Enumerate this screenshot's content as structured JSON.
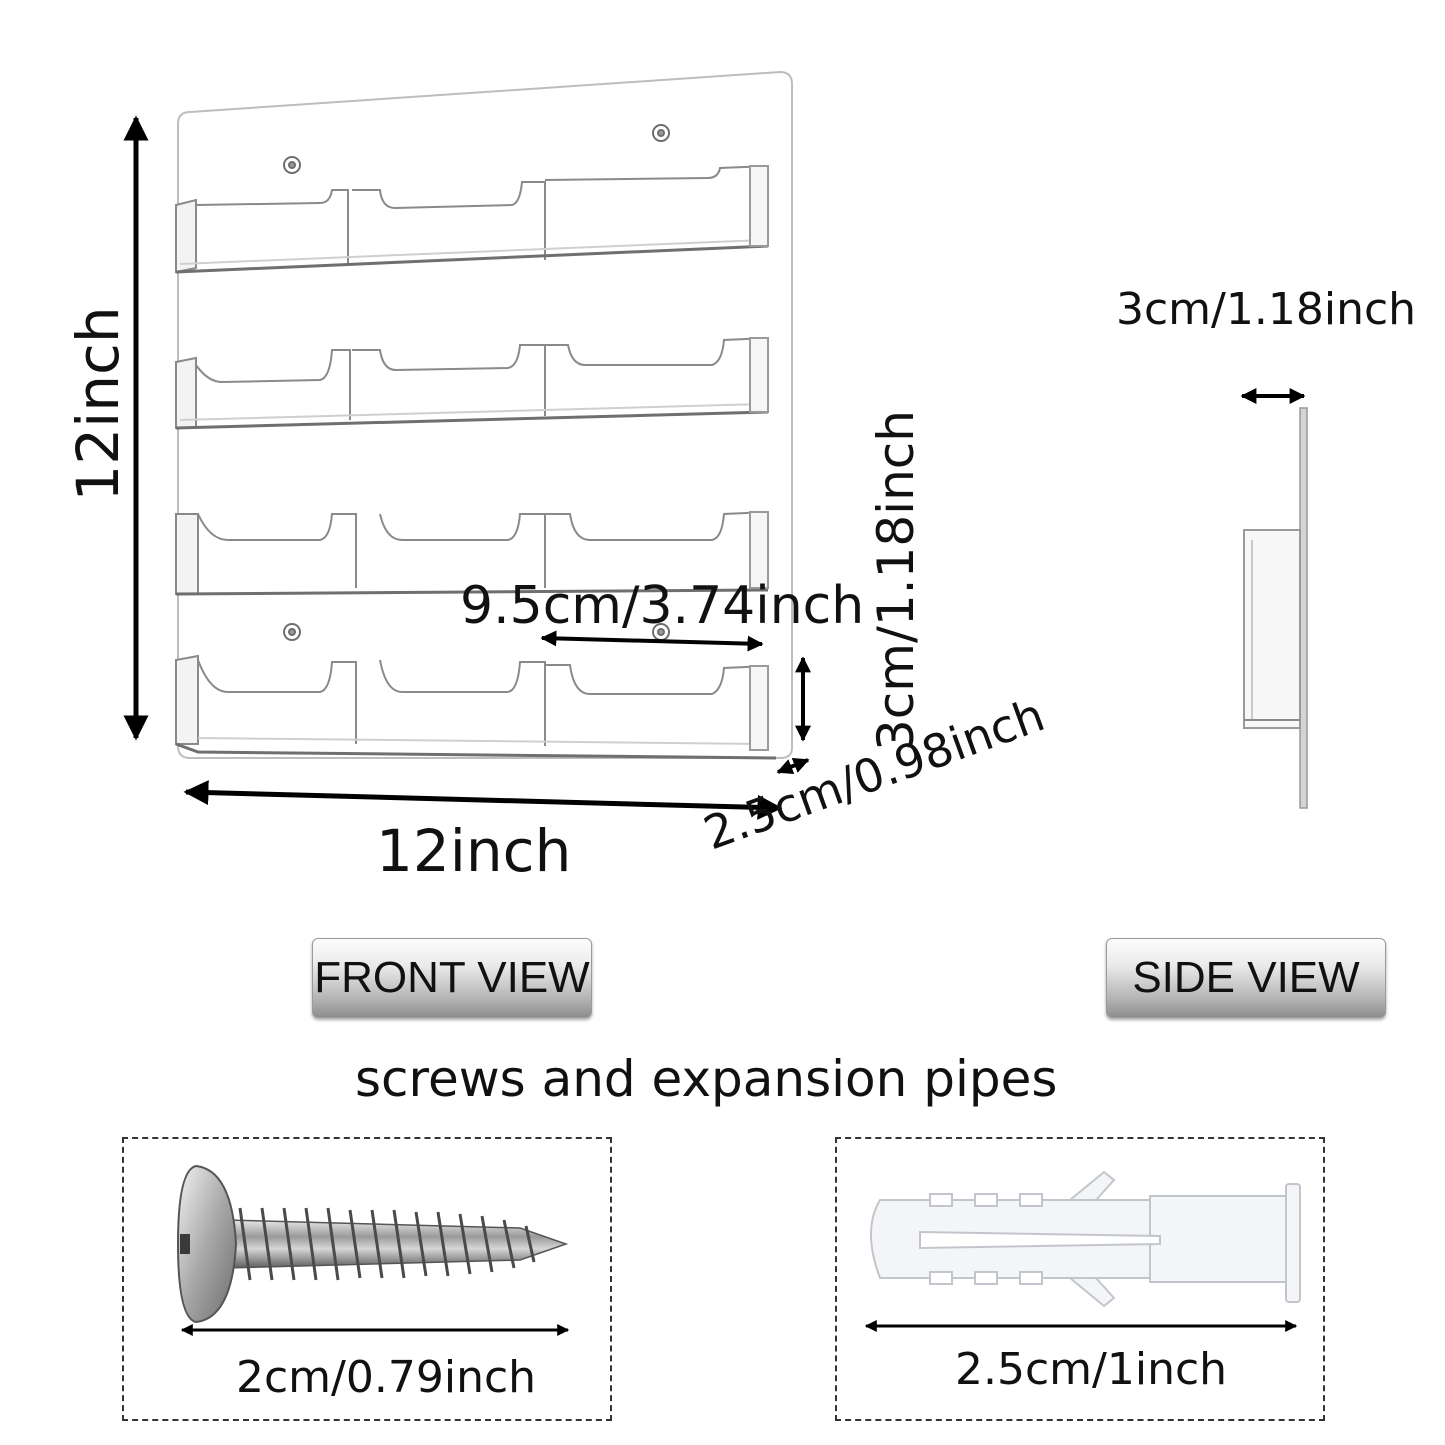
{
  "dimensions": {
    "front_height": "12inch",
    "front_width": "12inch",
    "pocket_width": "9.5cm/3.74inch",
    "pocket_height": "3cm/1.18inch",
    "pocket_depth": "2.5cm/0.98inch",
    "side_depth": "3cm/1.18inch"
  },
  "buttons": {
    "front_view": "FRONT VIEW",
    "side_view": "SIDE VIEW"
  },
  "accessories": {
    "title": "screws and expansion pipes",
    "screw_length": "2cm/0.79inch",
    "pipe_length": "2.5cm/1inch"
  }
}
